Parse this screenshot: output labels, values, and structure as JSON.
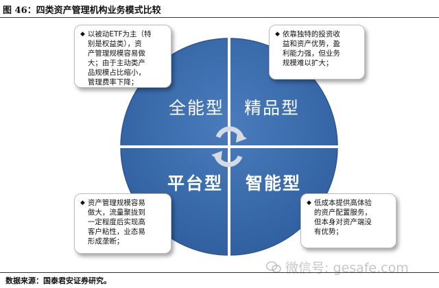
{
  "title": "图 46：四类资产管理机构业务模式比较",
  "quadrants": {
    "top_left": "全能型",
    "top_right": "精品型",
    "bottom_left": "平台型",
    "bottom_right": "智能型"
  },
  "cards": {
    "top_left": "以被动ETF为主（特\n别是权益类），资\n产管理规模容易做\n大；由于主动类产\n品规模占比缩小，\n管理费率下降；",
    "top_right": "依靠独特的投资收\n益和资产优势，盈\n利能力强，但业务\n规模难以扩大；",
    "bottom_left": "资产管理规模容易\n做大，流量聚拢到\n一定程度后实现高\n客户粘性，业态易\n形成垄断；",
    "bottom_right": "低成本提供高体验\n的资产配置服务，\n但本身对资产端没\n有优势；"
  },
  "source": "数据来源：国泰君安证券研究。",
  "watermark": "微信号: gesafe.com",
  "colors": {
    "circle": "#3b6cad",
    "circle_edge": "#2c5592",
    "arrows": "#d0d3d8"
  }
}
